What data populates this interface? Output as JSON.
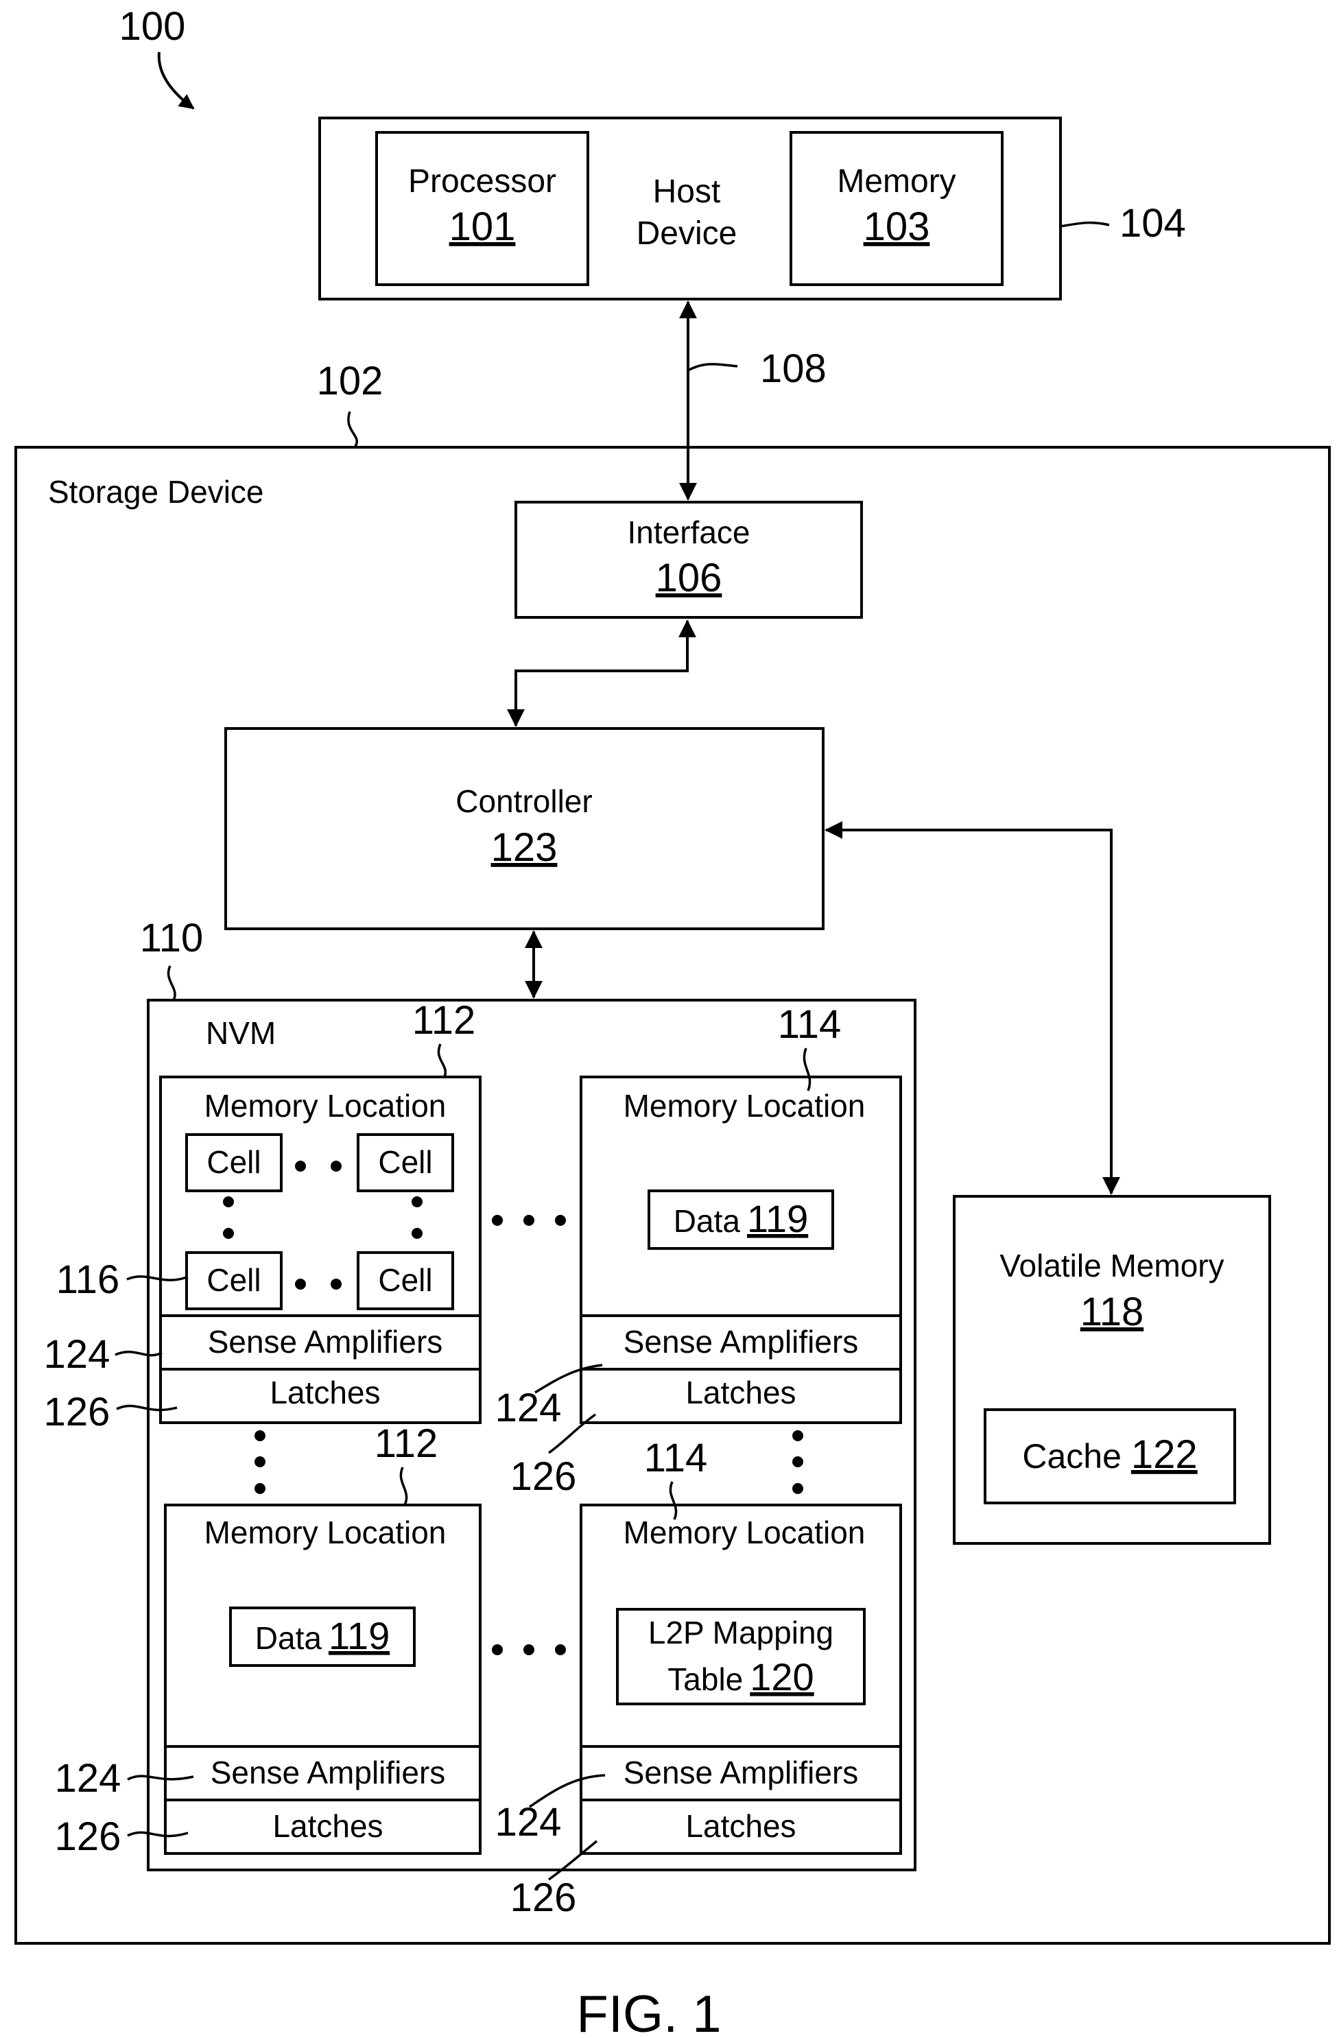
{
  "figure_ref": "100",
  "host": {
    "ref": "104",
    "label_line1": "Host",
    "label_line2": "Device",
    "processor": {
      "label": "Processor",
      "ref": "101"
    },
    "memory": {
      "label": "Memory",
      "ref": "103"
    }
  },
  "bus_ref": "108",
  "storage": {
    "ref": "102",
    "label": "Storage Device",
    "interface": {
      "label": "Interface",
      "ref": "106"
    },
    "controller": {
      "label": "Controller",
      "ref": "123"
    },
    "volatile": {
      "label": "Volatile Memory",
      "ref": "118",
      "cache_label": "Cache",
      "cache_ref": "122"
    },
    "nvm": {
      "ref": "110",
      "label": "NVM",
      "memory_location_label": "Memory Location",
      "cell_label": "Cell",
      "cell_ref": "116",
      "data_label": "Data",
      "data_ref": "119",
      "l2p_line1": "L2P Mapping",
      "l2p_line2": "Table",
      "l2p_ref": "120",
      "sense_amplifiers_label": "Sense Amplifiers",
      "latches_label": "Latches",
      "sense_ref": "124",
      "latches_ref": "126",
      "loc_ref_left": "112",
      "loc_ref_right": "114"
    }
  },
  "caption": "FIG. 1"
}
